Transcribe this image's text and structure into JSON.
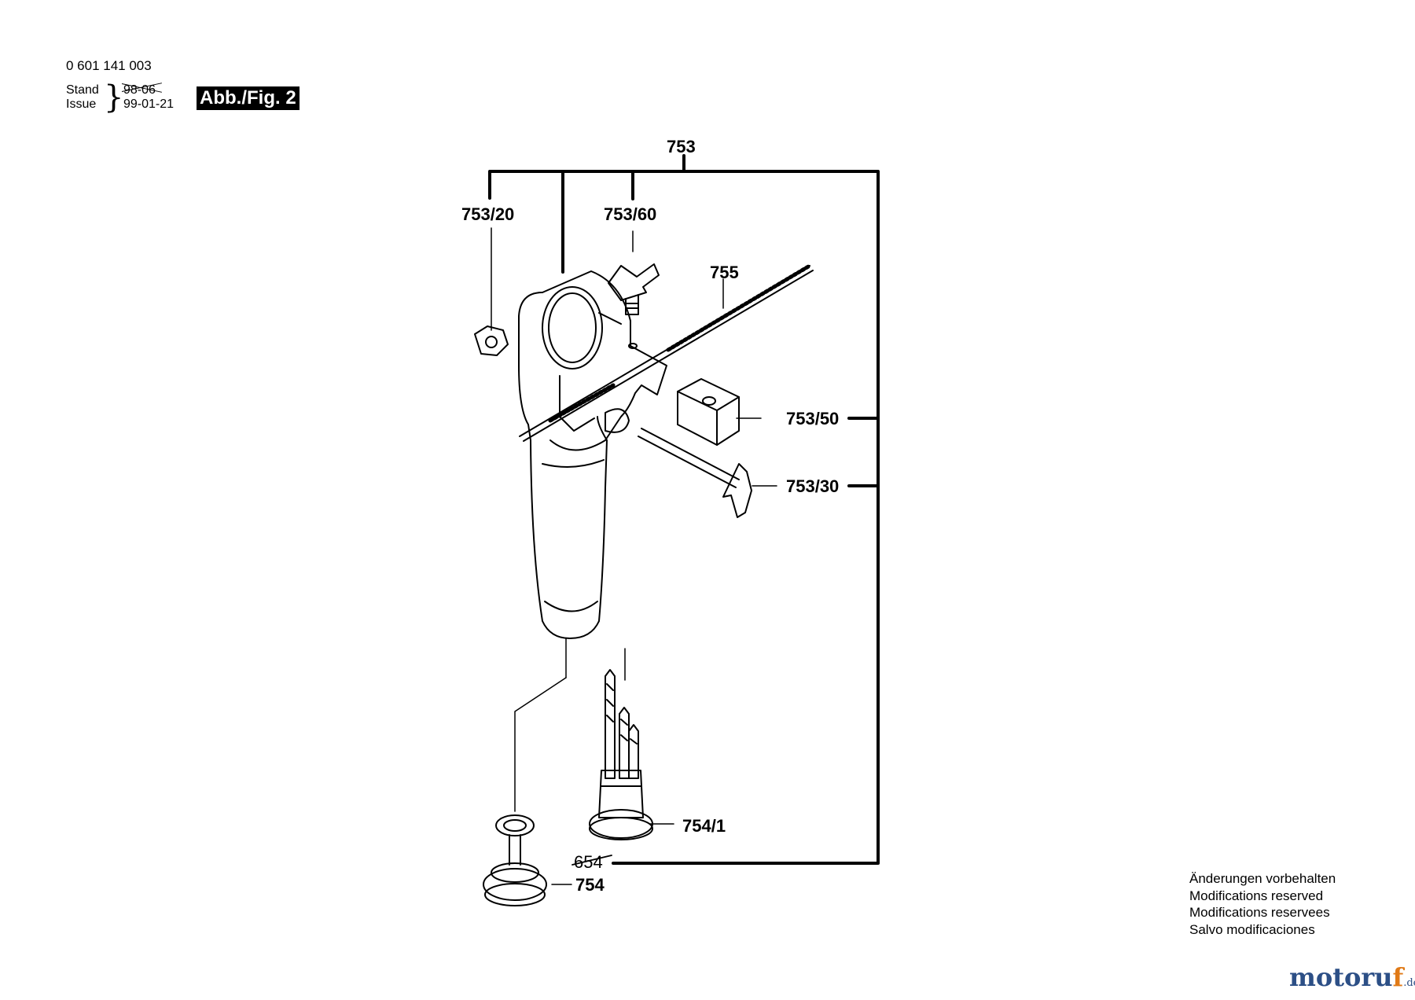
{
  "header": {
    "part_number": "0 601 141 003",
    "stand_label": "Stand",
    "issue_label": "Issue",
    "old_date": "98-06",
    "new_date": "99-01-21",
    "figure_badge": "Abb./Fig. 2"
  },
  "callouts": {
    "c753": "753",
    "c753_20": "753/20",
    "c753_60": "753/60",
    "c755": "755",
    "c753_50": "753/50",
    "c753_30": "753/30",
    "c754_1": "754/1",
    "c654_struck": "654",
    "c754": "754"
  },
  "notes": [
    "Änderungen vorbehalten",
    "Modifications reserved",
    "Modifications reservees",
    "Salvo modificaciones"
  ],
  "logo": {
    "main": "motoru",
    "accent": "f",
    "tld": ".de"
  },
  "colors": {
    "logo_blue": "#2c4f86",
    "logo_orange": "#e07a17"
  }
}
